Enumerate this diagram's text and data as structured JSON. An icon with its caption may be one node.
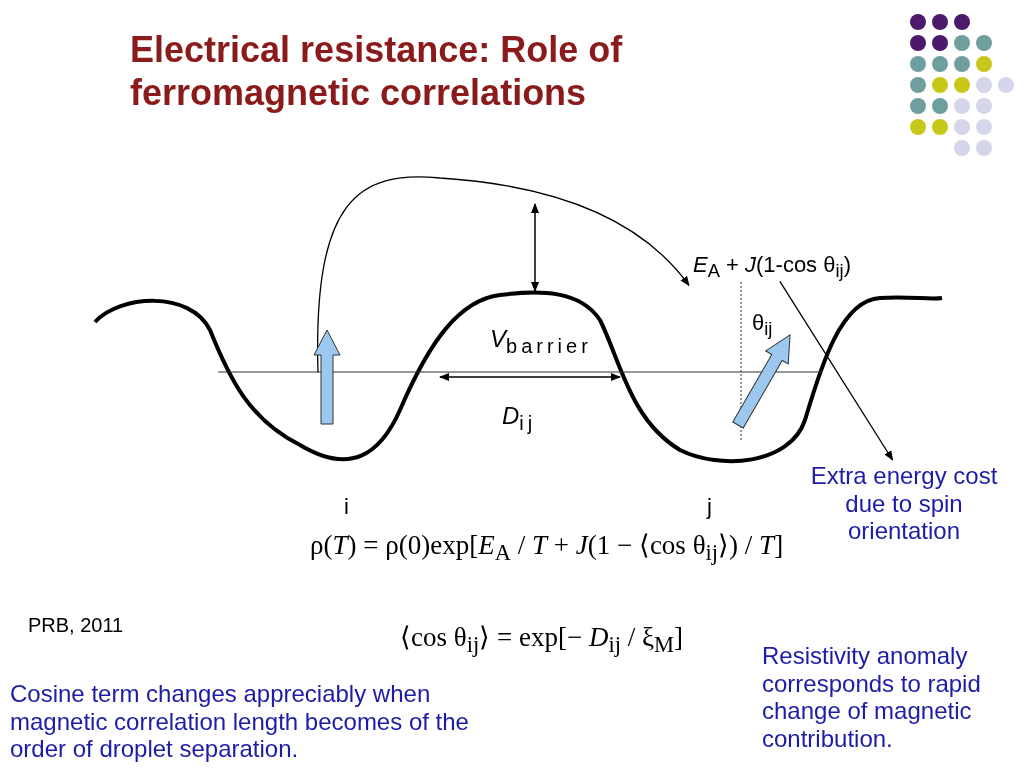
{
  "diagram": {
    "title": "Electrical resistance: Role of ferromagnetic correlations",
    "nodes": [
      {
        "text": [
          "*E*$_{A}$ + *J*(1-cos θ$_{ij}$)"
        ]
      },
      {
        "text": [
          "Extra energy cost due to spin orientation"
        ]
      },
      {
        "text": [],
        "shape": "arrow"
      }
    ],
    "edges": [
      {
        "from": 0,
        "to": 1,
        "arrow": "to"
      },
      {
        "from": 2,
        "to": 0,
        "arrow": "to"
      }
    ],
    "labels": [
      "θ$_{ij}$",
      "*V*$_{barrier}$",
      "*D*$_{ij}$",
      "i",
      "j",
      "ρ(*T*) = ρ(0)exp[*E*$_{A}$ / *T* + *J*(1 − ⟨cos θ$_{ij}$⟩) / *T*]",
      "PRB, 2011",
      "⟨cos θ$_{ij}$⟩ = exp[− *D*$_{ij}$ / ξ$_{M}$]",
      "Cosine term changes appreciably when magnetic correlation length becomes of the order of droplet separation.",
      "Resistivity anomaly corresponds to rapid change of magnetic contribution."
    ]
  }
}
